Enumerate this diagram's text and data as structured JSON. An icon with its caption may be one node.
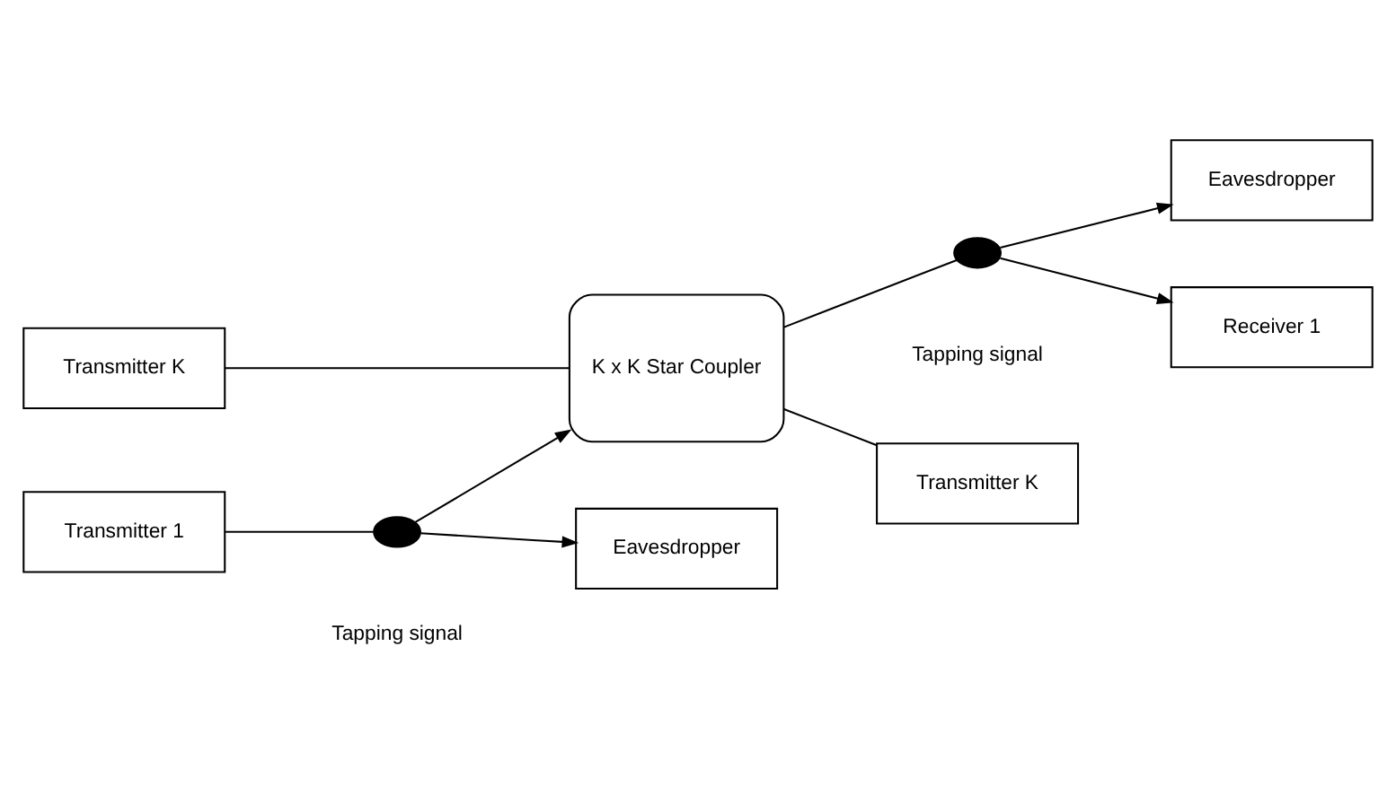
{
  "diagram": {
    "nodes": [
      {
        "text": [
          "Eavesdropper"
        ]
      },
      {
        "text": [
          "Eavesdropper"
        ]
      },
      {
        "text": [
          "Transmitter 1"
        ]
      },
      {
        "text": [],
        "shape": "ellipse",
        "beside": [
          "Tapping signal"
        ]
      },
      {
        "text": [
          "K x K Star Coupler"
        ]
      },
      {
        "text": [],
        "shape": "ellipse",
        "beside": [
          "Tapping signal"
        ]
      },
      {
        "text": [
          "Receiver 1"
        ]
      },
      {
        "text": [
          "Transmitter K"
        ]
      },
      {
        "text": [
          "Transmitter K"
        ]
      }
    ],
    "edges": [
      {
        "from": 2,
        "to": 3,
        "arrow": "none"
      },
      {
        "from": 3,
        "to": 4,
        "arrow": "to"
      },
      {
        "from": 3,
        "to": 0,
        "arrow": "to"
      },
      {
        "from": 4,
        "to": 5,
        "arrow": "none"
      },
      {
        "from": 5,
        "to": 6,
        "arrow": "to"
      },
      {
        "from": 5,
        "to": 1,
        "arrow": "to"
      },
      {
        "from": 7,
        "to": 4,
        "arrow": "none"
      },
      {
        "from": 4,
        "to": 8,
        "arrow": "none"
      }
    ]
  }
}
